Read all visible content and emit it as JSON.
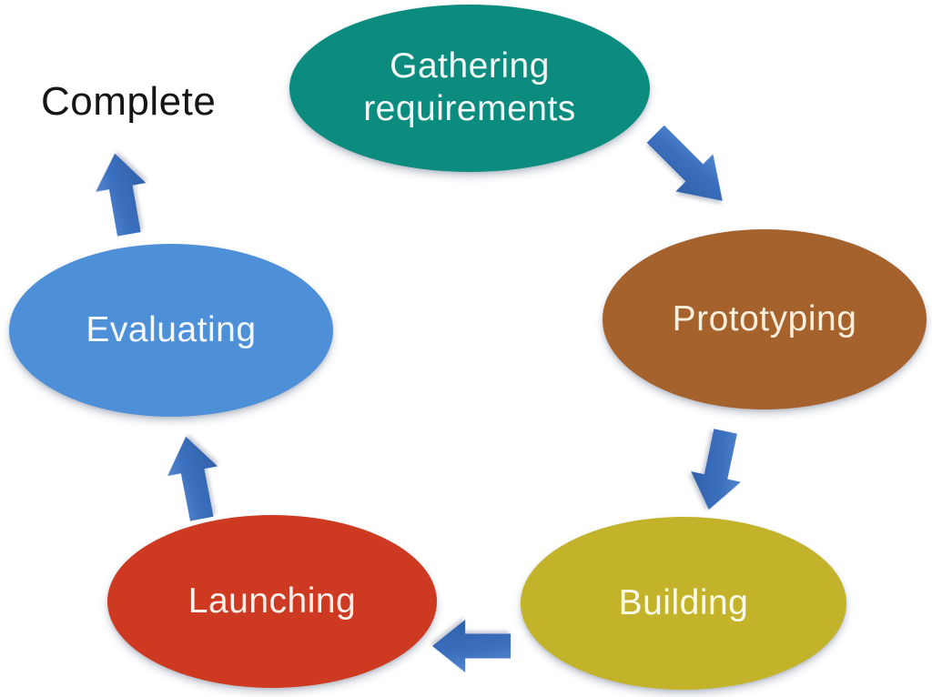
{
  "diagram": {
    "type": "cycle",
    "background": "#FFFFFF",
    "complete_label": "Complete",
    "nodes": [
      {
        "id": "gathering-requirements",
        "label": "Gathering requirements",
        "fill": "#0B8C7E",
        "text_color": "#F2F7F5"
      },
      {
        "id": "prototyping",
        "label": "Prototyping",
        "fill": "#A5622D",
        "text_color": "#F8EEDC"
      },
      {
        "id": "building",
        "label": "Building",
        "fill": "#C2B32A",
        "text_color": "#FCFAE8"
      },
      {
        "id": "launching",
        "label": "Launching",
        "fill": "#CE3A21",
        "text_color": "#FAEFEB"
      },
      {
        "id": "evaluating",
        "label": "Evaluating",
        "fill": "#4E90D8",
        "text_color": "#F3F8FD"
      }
    ],
    "arrows": [
      {
        "id": "gathering-to-prototyping",
        "direction": "down-right"
      },
      {
        "id": "prototyping-to-building",
        "direction": "down"
      },
      {
        "id": "building-to-launching",
        "direction": "left"
      },
      {
        "id": "launching-to-evaluating",
        "direction": "up"
      },
      {
        "id": "evaluating-to-complete",
        "direction": "up"
      }
    ],
    "arrow_color": "#3B70BF"
  }
}
